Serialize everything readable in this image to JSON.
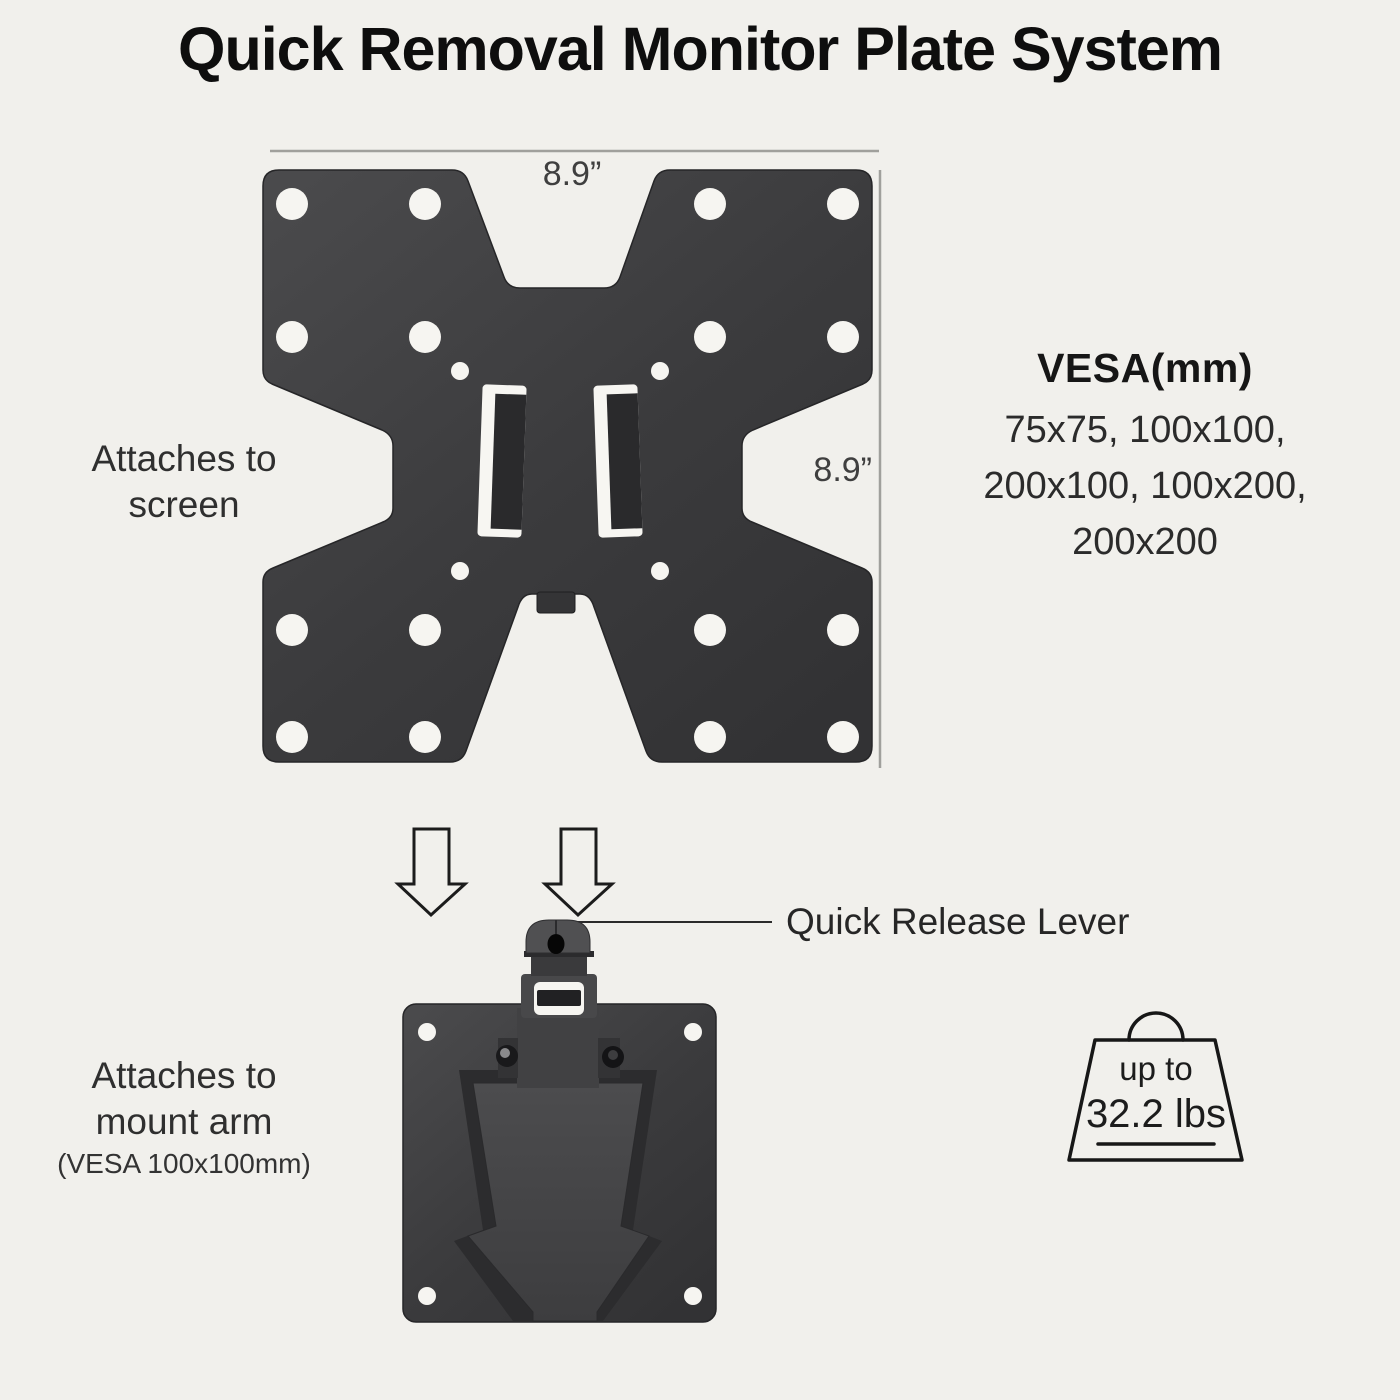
{
  "title": "Quick Removal Monitor Plate System",
  "top_plate": {
    "caption_line1": "Attaches to",
    "caption_line2": "screen",
    "width_label": "8.9”",
    "height_label": "8.9”"
  },
  "vesa": {
    "heading": "VESA(mm)",
    "lines": [
      "75x75, 100x100,",
      "200x100, 100x200,",
      "200x200"
    ]
  },
  "quick_release": {
    "label": "Quick Release Lever"
  },
  "bottom_plate": {
    "caption_line1": "Attaches to",
    "caption_line2": "mount arm",
    "caption_line3": "(VESA 100x100mm)"
  },
  "weight": {
    "line1": "up to",
    "line2": "32.2 lbs"
  },
  "colors": {
    "background": "#f1f0ec",
    "plate_dark": "#3b3b3d",
    "hole_white": "#f6f5f1",
    "dimension_line": "#a0a09c",
    "outline_black": "#1c1c1c",
    "text_dark": "#2e2e2e"
  }
}
